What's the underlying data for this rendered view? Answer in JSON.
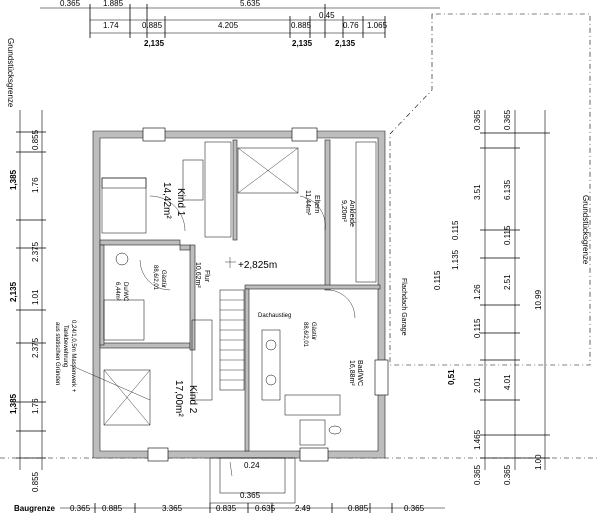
{
  "dims_top_row1": [
    "0.365",
    "1.885",
    "5.635"
  ],
  "dims_top_row2": [
    "1.74",
    "0.885",
    "4.205",
    "0.885",
    "0.45",
    "0.76",
    "1.065"
  ],
  "dims_top_row3": [
    "2,135",
    "2,135",
    "2,135"
  ],
  "dims_left": [
    "0.855",
    "1.76",
    "2.375",
    "1.01",
    "2.375",
    "1.76",
    "0.855"
  ],
  "dims_left_bold": [
    "1,385",
    "2,135",
    "1,385"
  ],
  "dims_right_a": [
    "0.365",
    "3.51",
    "0.115",
    "1.135",
    "0.115",
    "1.26",
    "0.115",
    "2.01",
    "1.465",
    "0.365"
  ],
  "dims_right_b": [
    "0.365",
    "6.135",
    "0.115",
    "2.51",
    "4.01",
    "0.365"
  ],
  "dims_right_c": [
    "10.99",
    "1.00"
  ],
  "dims_right_bold": "0,51",
  "dims_bottom": [
    "0.365",
    "0.885",
    "3.365",
    "0.835",
    "0.635",
    "2.49",
    "0.885",
    "0.365"
  ],
  "dim_bottom_inner": "0.365",
  "dim_entrance": "0.24",
  "label_baugrenze": "Baugrenze",
  "label_grundstuecksgrenze_left": "Grundstücksgrenze",
  "label_grundstuecksgrenze_right": "Grundstücksgrenze",
  "label_flachdach": "Flachdach Garage",
  "level": "+2,825m",
  "rooms": {
    "kind1": "Kind 1",
    "kind1_area": "14,42m²",
    "eltern": "Eltern",
    "eltern_area": "11,44m²",
    "ankleide": "Ankleide",
    "ankleide_area": "9,20m²",
    "flur": "Flur",
    "flur_area": "10,62m²",
    "gastuer": "Gästür",
    "gastuer_area": "88,6/2,01",
    "duwc": "Du/WC",
    "duwc_area": "6,44m²",
    "dachstieg": "Dachaustieg",
    "gastuer2": "Gästür",
    "gastuer2_area": "88,6/2,01",
    "badwc": "Bad/WC",
    "badwc_area": "16,88m²",
    "kind2": "Kind 2",
    "kind2_area": "17,00m²"
  },
  "note": [
    "0,24/1,0,5m Massenwerk +",
    "Tankbewehrung",
    "aus statischen Gründen"
  ]
}
